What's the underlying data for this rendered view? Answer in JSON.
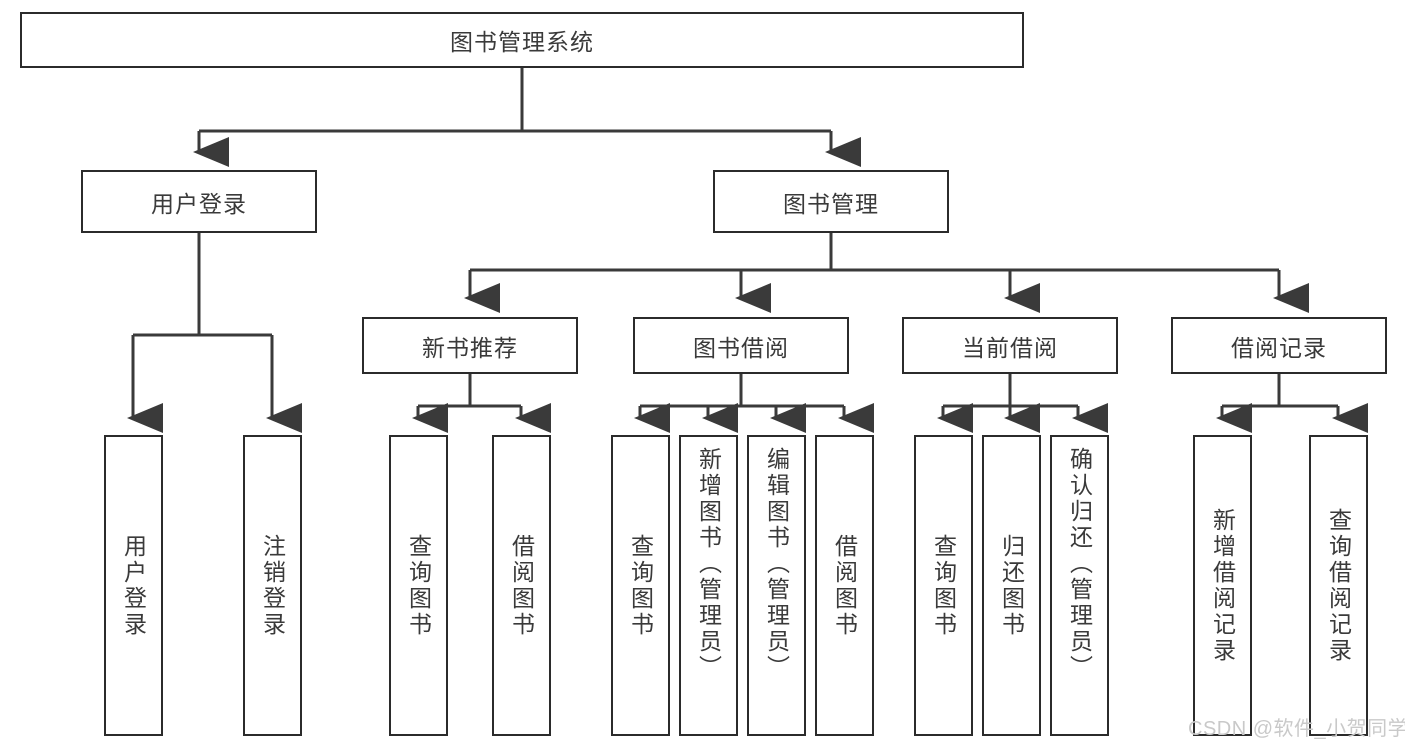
{
  "diagram": {
    "type": "tree-hierarchy",
    "title": "图书管理系统",
    "orientation": "top-down",
    "colors": {
      "box_border": "#2b2b2b",
      "box_fill": "#ffffff",
      "edge": "#3a3a3a",
      "text": "#3a3a3a",
      "watermark": "#c9c9c9"
    },
    "root": {
      "label": "图书管理系统"
    },
    "level2": [
      {
        "id": "user-login",
        "label": "用户登录"
      },
      {
        "id": "book-manage",
        "label": "图书管理"
      }
    ],
    "level3": [
      {
        "id": "new-book-recommend",
        "label": "新书推荐"
      },
      {
        "id": "book-borrow",
        "label": "图书借阅"
      },
      {
        "id": "current-borrow",
        "label": "当前借阅"
      },
      {
        "id": "borrow-record",
        "label": "借阅记录"
      }
    ],
    "leaves": {
      "user_login": [
        {
          "id": "leaf-user-login",
          "label": "用户登录"
        },
        {
          "id": "leaf-logout-login",
          "label": "注销登录"
        }
      ],
      "new_book_recommend": [
        {
          "id": "leaf-query-book-1",
          "label": "查询图书"
        },
        {
          "id": "leaf-borrow-book-1",
          "label": "借阅图书"
        }
      ],
      "book_borrow": [
        {
          "id": "leaf-query-book-2",
          "label": "查询图书"
        },
        {
          "id": "leaf-add-book",
          "label": "新增图书（管理员）"
        },
        {
          "id": "leaf-edit-book",
          "label": "编辑图书（管理员）"
        },
        {
          "id": "leaf-borrow-book-2",
          "label": "借阅图书"
        }
      ],
      "current_borrow": [
        {
          "id": "leaf-query-book-3",
          "label": "查询图书"
        },
        {
          "id": "leaf-return-book",
          "label": "归还图书"
        },
        {
          "id": "leaf-confirm-return",
          "label": "确认归还（管理员）"
        }
      ],
      "borrow_record": [
        {
          "id": "leaf-add-borrow-record",
          "label": "新增借阅记录"
        },
        {
          "id": "leaf-query-borrow-record",
          "label": "查询借阅记录"
        }
      ]
    },
    "watermark": "CSDN @软件_小贺同学"
  }
}
